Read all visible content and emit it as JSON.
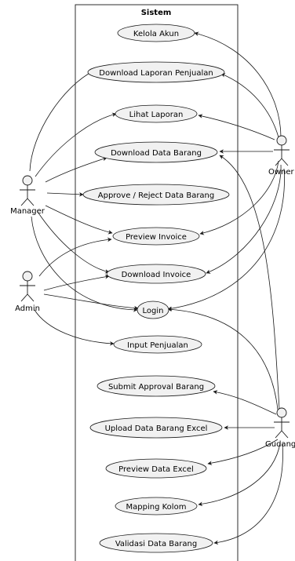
{
  "system": {
    "title": "Sistem"
  },
  "actors": {
    "manager": "Manager",
    "admin": "Admin",
    "owner": "Owner",
    "gudang": "Gudang"
  },
  "use_cases": {
    "kelola_akun": "Kelola Akun",
    "download_laporan_penjualan": "Download Laporan Penjualan",
    "lihat_laporan": "Lihat Laporan",
    "download_data_barang": "Download Data Barang",
    "approve_reject_data_barang": "Approve / Reject Data Barang",
    "preview_invoice": "Preview Invoice",
    "download_invoice": "Download Invoice",
    "login": "Login",
    "input_penjualan": "Input Penjualan",
    "submit_approval_barang": "Submit Approval Barang",
    "upload_data_barang_excel": "Upload Data Barang Excel",
    "preview_data_excel": "Preview Data Excel",
    "mapping_kolom": "Mapping Kolom",
    "validasi_data_barang": "Validasi Data Barang"
  },
  "colors": {
    "use_case_fill": "#f1f1f1",
    "stroke": "#181818",
    "background": "#ffffff"
  }
}
